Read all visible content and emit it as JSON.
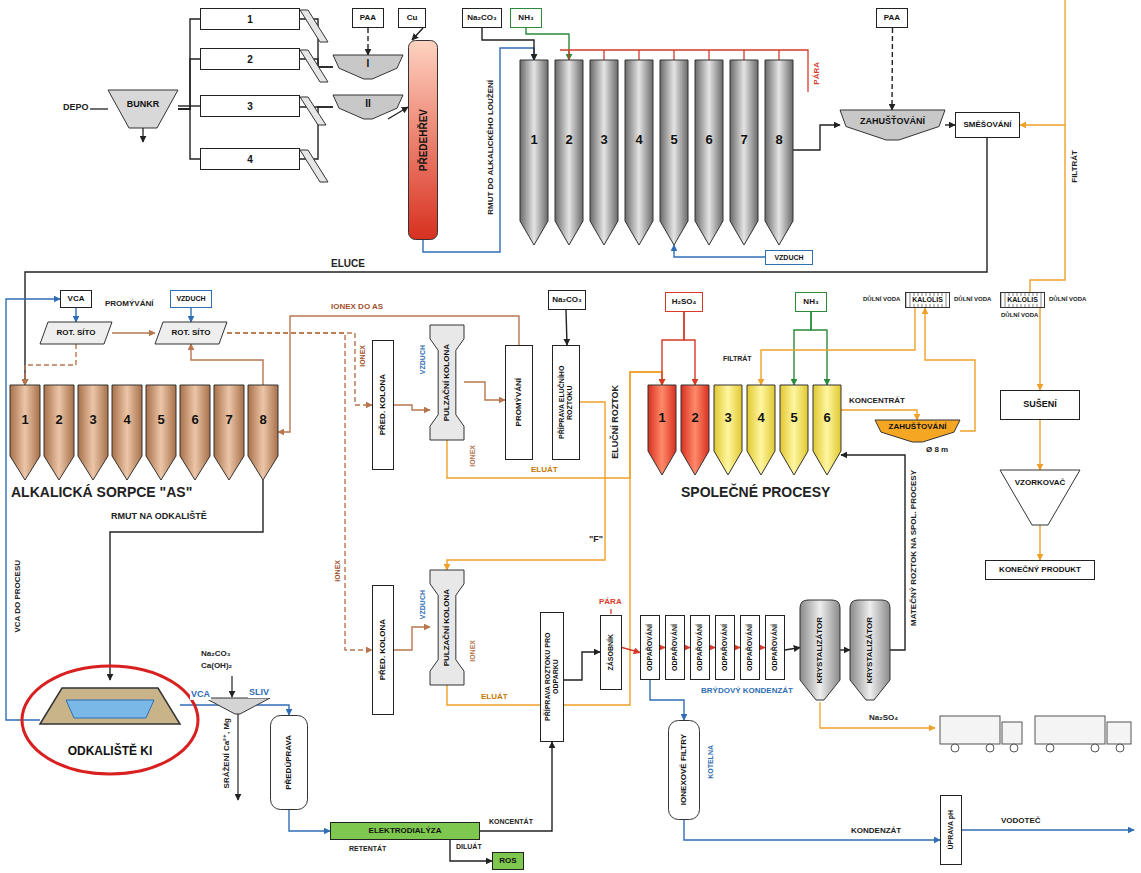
{
  "diagram": {
    "nodes": [
      {
        "text": [
          "1"
        ]
      },
      {
        "text": [
          "2"
        ]
      },
      {
        "text": [
          "3"
        ]
      },
      {
        "text": [
          "4"
        ]
      },
      {
        "text": [
          "BUNKR"
        ]
      },
      {
        "text": [
          "I"
        ]
      },
      {
        "text": [
          "II"
        ]
      },
      {
        "text": [
          "PAA"
        ]
      },
      {
        "text": [
          "Cu"
        ]
      },
      {
        "text": [
          "PŘEDEHŘEV"
        ]
      },
      {
        "text": [
          "Na₂CO₃"
        ]
      },
      {
        "text": [
          "NH₃"
        ]
      },
      {
        "text": [
          "1"
        ]
      },
      {
        "text": [
          "2"
        ]
      },
      {
        "text": [
          "3"
        ]
      },
      {
        "text": [
          "4"
        ]
      },
      {
        "text": [
          "5"
        ]
      },
      {
        "text": [
          "6"
        ]
      },
      {
        "text": [
          "7"
        ]
      },
      {
        "text": [
          "8"
        ]
      },
      {
        "text": [
          "PAA"
        ]
      },
      {
        "text": [
          "ZAHUŠŤOVÁNÍ"
        ]
      },
      {
        "text": [
          "SMĚŠOVÁNÍ"
        ]
      },
      {
        "text": [
          "VZDUCH"
        ]
      },
      {
        "text": [
          "VCA"
        ]
      },
      {
        "text": [
          "VZDUCH"
        ]
      },
      {
        "text": [
          "ROT. SÍTO"
        ]
      },
      {
        "text": [
          "ROT. SÍTO"
        ]
      },
      {
        "text": [
          "1"
        ]
      },
      {
        "text": [
          "2"
        ]
      },
      {
        "text": [
          "3"
        ]
      },
      {
        "text": [
          "4"
        ]
      },
      {
        "text": [
          "5"
        ]
      },
      {
        "text": [
          "6"
        ]
      },
      {
        "text": [
          "7"
        ]
      },
      {
        "text": [
          "8"
        ]
      },
      {
        "text": [
          "PŘED. KOLONA"
        ]
      },
      {
        "text": [
          "PULZAČNÍ KOLONA"
        ]
      },
      {
        "text": [
          "PROMÝVÁNÍ"
        ]
      },
      {
        "text": [
          "Na₂CO₃"
        ]
      },
      {
        "text": [
          "PŘÍPRAVA ELUČNÍHO ROZTOKU"
        ]
      },
      {
        "text": [
          "H₂SO₄"
        ]
      },
      {
        "text": [
          "NH₃"
        ]
      },
      {
        "text": [
          "1"
        ]
      },
      {
        "text": [
          "2"
        ]
      },
      {
        "text": [
          "3"
        ]
      },
      {
        "text": [
          "4"
        ]
      },
      {
        "text": [
          "5"
        ]
      },
      {
        "text": [
          "6"
        ]
      },
      {
        "text": [
          "ZAHUŠŤOVÁNÍ"
        ]
      },
      {
        "text": [
          "KALOLIS"
        ]
      },
      {
        "text": [
          "KALOLIS"
        ]
      },
      {
        "text": [
          "SUŠENÍ"
        ]
      },
      {
        "text": [
          "VZORKOVAČ"
        ]
      },
      {
        "text": [
          "KONEČNÝ PRODUKT"
        ]
      },
      {
        "text": [
          "ODKALIŠTĚ KI"
        ]
      },
      {
        "text": [
          "PŘEDÚPRAVA"
        ]
      },
      {
        "text": [
          "PŘED. KOLONA"
        ]
      },
      {
        "text": [
          "PULZAČNÍ KOLONA"
        ]
      },
      {
        "text": [
          "ELEKTRODIALÝZA"
        ]
      },
      {
        "text": [
          "ROS"
        ]
      },
      {
        "text": [
          "PŘÍPRAVA ROZTOKU PRO ODPARKU"
        ]
      },
      {
        "text": [
          "ZÁSOBNÍK"
        ]
      },
      {
        "text": [
          "ODPAŘOVÁNÍ"
        ]
      },
      {
        "text": [
          "ODPAŘOVÁNÍ"
        ]
      },
      {
        "text": [
          "ODPAŘOVÁNÍ"
        ]
      },
      {
        "text": [
          "ODPAŘOVÁNÍ"
        ]
      },
      {
        "text": [
          "ODPAŘOVÁNÍ"
        ]
      },
      {
        "text": [
          "ODPAŘOVÁNÍ"
        ]
      },
      {
        "text": [
          "KRYSTALIZÁTOR"
        ]
      },
      {
        "text": [
          "KRYSTALIZÁTOR"
        ]
      },
      {
        "text": [
          "IONEXOVÉ FILTRY"
        ]
      },
      {
        "text": [
          "ÚPRAVA pH"
        ]
      }
    ],
    "edges": [
      {
        "from": 4,
        "to": 0,
        "arrow": "none"
      },
      {
        "from": 4,
        "to": 1,
        "arrow": "none"
      },
      {
        "from": 4,
        "to": 2,
        "arrow": "none"
      },
      {
        "from": 4,
        "to": 3,
        "arrow": "none"
      },
      {
        "from": 0,
        "to": 5,
        "arrow": "none"
      },
      {
        "from": 1,
        "to": 5,
        "arrow": "none"
      },
      {
        "from": 2,
        "to": 6,
        "arrow": "none"
      },
      {
        "from": 3,
        "to": 6,
        "arrow": "none"
      },
      {
        "from": 7,
        "to": 5,
        "arrow": "to"
      },
      {
        "from": 6,
        "to": 9,
        "arrow": "to"
      },
      {
        "from": 8,
        "to": 9,
        "arrow": "to"
      },
      {
        "from": 9,
        "to": 12,
        "arrow": "to",
        "label": "RMUT DO ALKALICKÉHO LOUŽENÍ"
      },
      {
        "from": 10,
        "to": 12,
        "arrow": "to"
      },
      {
        "from": 11,
        "to": 13,
        "arrow": "to"
      },
      {
        "from": 19,
        "to": 21,
        "arrow": "to"
      },
      {
        "from": 20,
        "to": 21,
        "arrow": "to"
      },
      {
        "from": 21,
        "to": 22,
        "arrow": "to"
      },
      {
        "from": 23,
        "to": 16,
        "arrow": "to"
      },
      {
        "from": 22,
        "to": 28,
        "arrow": "to",
        "label": "ELUCE"
      },
      {
        "from": 51,
        "to": 22,
        "arrow": "to",
        "label": "FILTRÁT"
      },
      {
        "from": 24,
        "to": 26,
        "arrow": "to"
      },
      {
        "from": 25,
        "to": 27,
        "arrow": "to"
      },
      {
        "from": 26,
        "to": 27,
        "arrow": "to",
        "label": "PROMÝVÁNÍ"
      },
      {
        "from": 35,
        "to": 27,
        "arrow": "to"
      },
      {
        "from": 26,
        "to": 28,
        "arrow": "to"
      },
      {
        "from": 38,
        "to": 35,
        "arrow": "to",
        "label": "IONEX DO AS"
      },
      {
        "from": 27,
        "to": 36,
        "arrow": "to",
        "label": "IONEX"
      },
      {
        "from": 36,
        "to": 37,
        "arrow": "to"
      },
      {
        "from": 37,
        "to": 38,
        "arrow": "to"
      },
      {
        "from": 39,
        "to": 40,
        "arrow": "to"
      },
      {
        "from": 40,
        "to": 58,
        "arrow": "to",
        "label": "ELUČNÍ ROZTOK"
      },
      {
        "from": 37,
        "to": 43,
        "arrow": "to",
        "label": "ELUÁT"
      },
      {
        "from": 58,
        "to": 43,
        "arrow": "to",
        "label": "ELUÁT"
      },
      {
        "from": 41,
        "to": 43,
        "arrow": "to"
      },
      {
        "from": 41,
        "to": 44,
        "arrow": "to"
      },
      {
        "from": 42,
        "to": 47,
        "arrow": "to"
      },
      {
        "from": 42,
        "to": 48,
        "arrow": "to"
      },
      {
        "from": 48,
        "to": 49,
        "arrow": "to",
        "label": "KONCENTRÁT"
      },
      {
        "from": 49,
        "to": 50,
        "arrow": "to"
      },
      {
        "from": 50,
        "to": 46,
        "arrow": "to",
        "label": "FILTRÁT"
      },
      {
        "from": 51,
        "to": 52,
        "arrow": "to"
      },
      {
        "from": 52,
        "to": 53,
        "arrow": "to"
      },
      {
        "from": 53,
        "to": 54,
        "arrow": "to"
      },
      {
        "from": 35,
        "to": 55,
        "arrow": "to",
        "label": "RMUT NA ODKALIŠTĚ"
      },
      {
        "from": 55,
        "to": 24,
        "arrow": "to",
        "label": "VCA DO PROCESU"
      },
      {
        "from": 55,
        "to": 56,
        "arrow": "to",
        "label": "VCA"
      },
      {
        "from": 56,
        "to": 59,
        "arrow": "to"
      },
      {
        "from": 59,
        "to": 61,
        "arrow": "to",
        "label": "KONCENTÁT"
      },
      {
        "from": 59,
        "to": 60,
        "arrow": "to",
        "label": "DILUÁT"
      },
      {
        "from": 57,
        "to": 58,
        "arrow": "to"
      },
      {
        "from": 27,
        "to": 57,
        "arrow": "to",
        "label": "IONEX"
      },
      {
        "from": 61,
        "to": 62,
        "arrow": "to"
      },
      {
        "from": 62,
        "to": 63,
        "arrow": "to"
      },
      {
        "from": 63,
        "to": 64,
        "arrow": "to"
      },
      {
        "from": 64,
        "to": 65,
        "arrow": "to"
      },
      {
        "from": 65,
        "to": 66,
        "arrow": "to"
      },
      {
        "from": 66,
        "to": 67,
        "arrow": "to"
      },
      {
        "from": 67,
        "to": 68,
        "arrow": "to"
      },
      {
        "from": 68,
        "to": 69,
        "arrow": "to"
      },
      {
        "from": 69,
        "to": 70,
        "arrow": "to"
      },
      {
        "from": 70,
        "to": 48,
        "arrow": "to",
        "label": "MATEČNÝ ROZTOK NA SPOL. PROCESY"
      },
      {
        "from": 63,
        "to": 71,
        "arrow": "to",
        "label": "BRÝDOVÝ KONDENZÁT"
      },
      {
        "from": 71,
        "to": 72,
        "arrow": "to",
        "label": "KONDENZÁT"
      }
    ],
    "labels": [
      "DEPO",
      "PÁRA",
      "ALKALICKÁ SORPCE \"AS\"",
      "VZDUCH",
      "IONEX",
      "VZDUCH",
      "IONEX",
      "\"F\"",
      "SPOLEČNÉ PROCESY",
      "Ø 8 m",
      "DŮLNÍ VODA",
      "DŮLNÍ VODA",
      "DŮLNÍ VODA",
      "DŮLNÍ VODA",
      "Na₂CO₃",
      "Ca(OH)₂",
      "SRÁŽENÍ Ca²⁺, Mg",
      "SLIV",
      "RETENTÁT",
      "PÁRA",
      "KOTELNA",
      "VODOTEČ",
      "Na₂SO₄"
    ]
  }
}
